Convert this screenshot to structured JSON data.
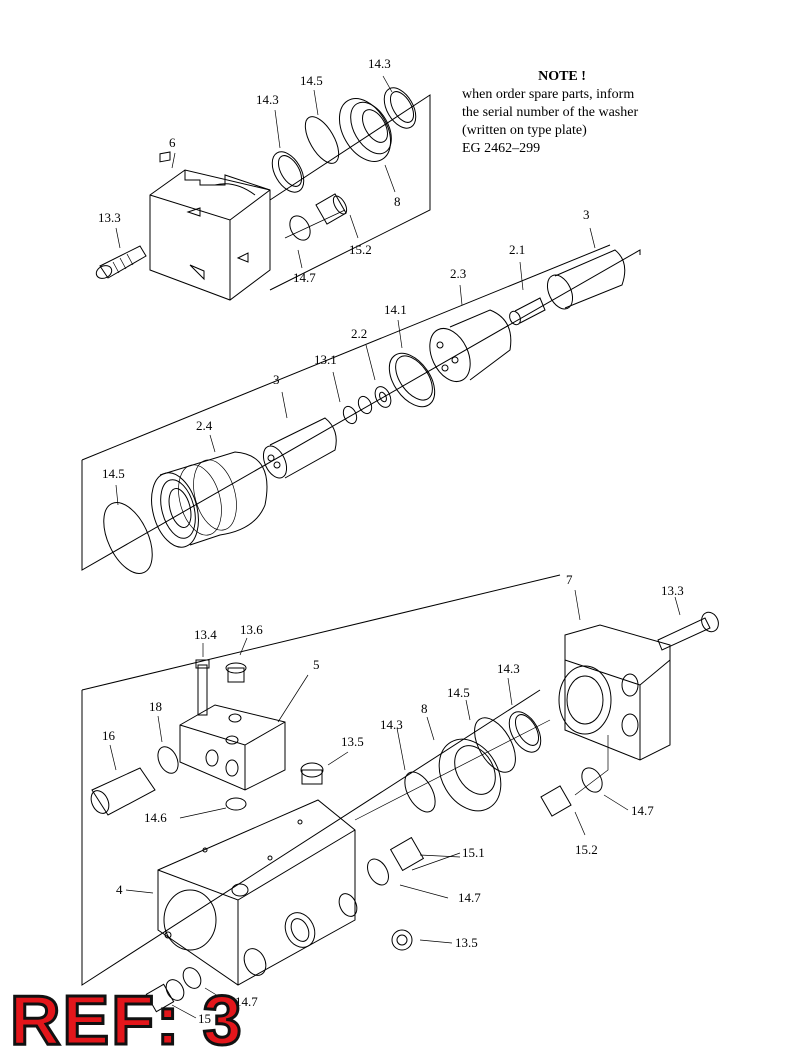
{
  "note": {
    "title": "NOTE !",
    "lines": [
      "when order spare parts, inform",
      "the serial number of the washer",
      "(written on type plate)",
      "EG 2462–299"
    ]
  },
  "ref_badge": "REF: 3",
  "callouts": {
    "p6": "6",
    "p13_3_top": "13.3",
    "p14_3_a": "14.3",
    "p14_5_top": "14.5",
    "p14_3_b": "14.3",
    "p8_top": "8",
    "p15_2_top": "15.2",
    "p14_7_top": "14.7",
    "p3_top": "3",
    "p2_1": "2.1",
    "p2_3": "2.3",
    "p14_1": "14.1",
    "p2_2": "2.2",
    "p13_1": "13.1",
    "p3_mid": "3",
    "p2_4": "2.4",
    "p14_5_mid": "14.5",
    "p7": "7",
    "p13_3_right": "13.3",
    "p13_4": "13.4",
    "p13_6": "13.6",
    "p5": "5",
    "p18": "18",
    "p16": "16",
    "p14_3_c": "14.3",
    "p14_5_low": "14.5",
    "p8_low": "8",
    "p14_3_d": "14.3",
    "p13_5_a": "13.5",
    "p14_6": "14.6",
    "p14_7_right": "14.7",
    "p15_2_right": "15.2",
    "p15_1": "15.1",
    "p14_7_mid": "14.7",
    "p4": "4",
    "p13_5_b": "13.5",
    "p14_7_bottom": "14.7",
    "p15_bottom": "15"
  }
}
